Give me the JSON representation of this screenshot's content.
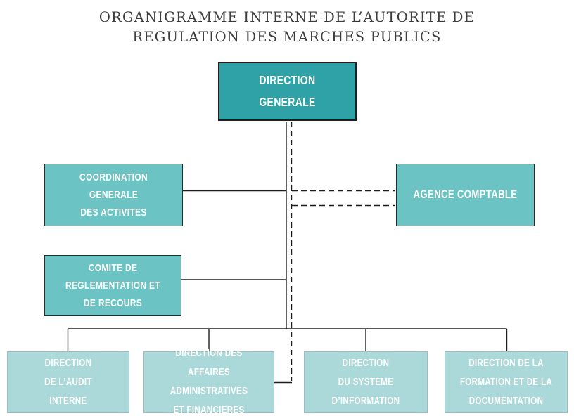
{
  "title": {
    "line1": "ORGANIGRAMME INTERNE DE L’AUTORITE DE",
    "line2": "REGULATION DES MARCHES PUBLICS"
  },
  "colors": {
    "dark_teal": "#2ea2a7",
    "medium_teal": "#6cc3c3",
    "light_teal": "#abd9d9",
    "line": "#1e1e1e",
    "box_text": "#ffffff",
    "title_text": "#3d3d3d"
  },
  "nodes": {
    "direction_generale": {
      "lines": [
        "DIRECTION",
        "GENERALE"
      ]
    },
    "coordination_generale": {
      "lines": [
        "COORDINATION",
        "GENERALE",
        "DES ACTIVITES"
      ]
    },
    "agence_comptable": {
      "lines": [
        "AGENCE COMPTABLE"
      ]
    },
    "comite_reglementation": {
      "lines": [
        "COMITE DE",
        "REGLEMENTATION ET",
        "DE RECOURS"
      ]
    },
    "direction_audit": {
      "lines": [
        "DIRECTION",
        "DE L’AUDIT",
        "INTERNE"
      ]
    },
    "direction_affaires": {
      "lines": [
        "DIRECTION DES AFFAIRES",
        "ADMINISTRATIVES",
        "ET FINANCIERES"
      ]
    },
    "direction_systeme": {
      "lines": [
        "DIRECTION",
        "DU SYSTEME",
        "D’INFORMATION"
      ]
    },
    "direction_formation": {
      "lines": [
        "DIRECTION DE LA",
        "FORMATION ET DE LA",
        "DOCUMENTATION"
      ]
    }
  }
}
